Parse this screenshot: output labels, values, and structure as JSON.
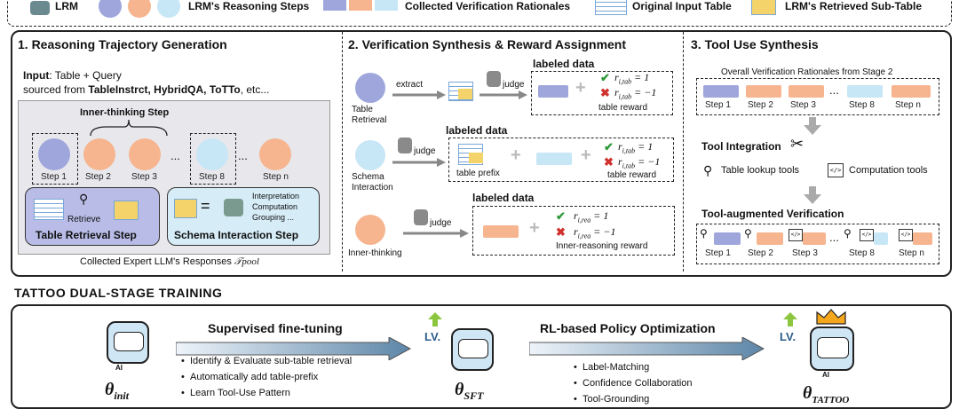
{
  "legend": {
    "lrm": "LRM",
    "reasoning_steps": "LRM's Reasoning Steps",
    "collected_rationales": "Collected Verification Rationales",
    "original_table": "Original Input Table",
    "retrieved_subtable": "LRM's Retrieved Sub-Table"
  },
  "panel1": {
    "title": "1. Reasoning Trajectory Generation",
    "input_label": "Input",
    "input_text": ": Table + Query",
    "sourced_from": "sourced from",
    "sources": "TableInstrct, HybridQA, ToTTo",
    "sources_tail": ", etc...",
    "inner_thinking": "Inner-thinking Step",
    "steps": [
      "Step 1",
      "Step 2",
      "Step 3",
      "Step 8",
      "Step n"
    ],
    "ellipsis": "...",
    "retrieve": "Retrieve",
    "table_retrieval_step": "Table Retrieval Step",
    "schema_interaction_step": "Schema Interaction Step",
    "interp": [
      "Interpretation",
      "Computation",
      "Grouping ..."
    ],
    "collected": "Collected Expert LLM's Responses",
    "pool": "𝒯pool"
  },
  "panel2": {
    "title": "2. Verification Synthesis & Reward Assignment",
    "extract": "extract",
    "judge": "judge",
    "labeled_data": "labeled data",
    "table_retrieval": [
      "Table",
      "Retrieval"
    ],
    "schema_interaction": [
      "Schema",
      "Interaction"
    ],
    "inner_thinking": "Inner-thinking",
    "r_tab_pos": "r",
    "sub_tab": "i,tab",
    "sub_rea": "i,rea",
    "eq_pos": "= 1",
    "eq_neg": "= −1",
    "table_reward": "table reward",
    "table_prefix": "table prefix",
    "inner_reward": "Inner-reasoning reward"
  },
  "panel3": {
    "title": "3. Tool Use Synthesis",
    "overall": "Overall Verification Rationales from Stage 2",
    "steps": [
      "Step 1",
      "Step 2",
      "Step 3",
      "Step 8",
      "Step n"
    ],
    "ellipsis": "...",
    "tool_integration": "Tool Integration",
    "table_lookup": "Table lookup tools",
    "computation": "Computation tools",
    "tool_aug": "Tool-augmented Verification"
  },
  "bottom": {
    "title": "TATTOO DUAL-STAGE TRAINING",
    "sft": "Supervised fine-tuning",
    "rl": "RL-based Policy Optimization",
    "sft_bullets": [
      "Identify & Evaluate sub-table retrieval",
      "Automatically add table-prefix",
      "Learn Tool-Use Pattern"
    ],
    "rl_bullets": [
      "Label-Matching",
      "Confidence Collaboration",
      "Tool-Grounding"
    ],
    "theta_init": "θ",
    "sub_init": "init",
    "theta_sft": "θ",
    "sub_sft": "SFT",
    "theta_tattoo": "θ",
    "sub_tattoo": "TATTOO",
    "lv": "LV.",
    "ai": "AI"
  },
  "colors": {
    "purple": "#9ea6dc",
    "orange": "#f6b58f",
    "lightblue": "#c7e6f6",
    "panel_gray": "#e6e6ea",
    "schema_blue": "#d6ecf7",
    "arrow_blue": "#6a9ac0"
  }
}
